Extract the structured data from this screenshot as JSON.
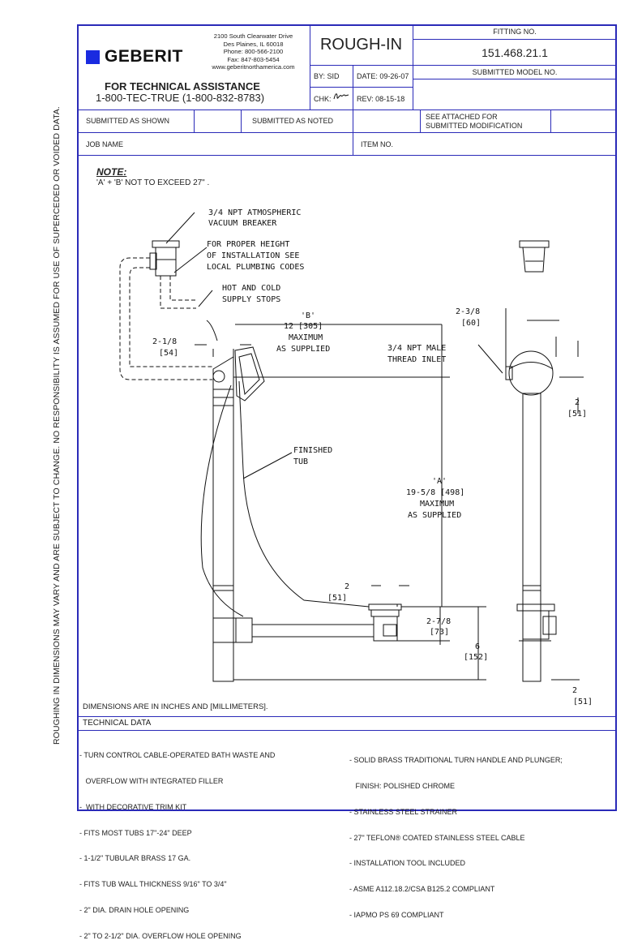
{
  "side_note": "ROUGHING IN DIMENSIONS MAY VARY AND ARE SUBJECT TO CHANGE.  NO RESPONSIBILITY  IS ASSUMED FOR USE OF SUPERCEDED OR VOIDED DATA.",
  "header": {
    "brand": "GEBERIT",
    "address": [
      "2100 South Clearwater Drive",
      "Des Plaines, IL 60018",
      "Phone: 800-566-2100",
      "Fax: 847-803-5454",
      "www.geberitnorthamerica.com"
    ],
    "tech_assist_title": "FOR TECHNICAL ASSISTANCE",
    "tech_assist_phone": "1-800-TEC-TRUE (1-800-832-8783)",
    "doc_type": "ROUGH-IN",
    "by": "BY:  SID",
    "date": "DATE: 09-26-07",
    "chk_label": "CHK:",
    "rev": "REV:  08-15-18",
    "fitting_no_label": "FITTING NO.",
    "fitting_no": "151.468.21.1",
    "submitted_model_label": "SUBMITTED MODEL NO.",
    "submitted_as_shown": "SUBMITTED AS SHOWN",
    "submitted_as_noted": "SUBMITTED AS NOTED",
    "see_attached": "SEE ATTACHED FOR",
    "submitted_modification": "SUBMITTED MODIFICATION",
    "job_name": "JOB NAME",
    "item_no": "ITEM NO."
  },
  "note": {
    "title": "NOTE:",
    "text": "'A' + 'B' NOT TO EXCEED 27\" ."
  },
  "drawing": {
    "callouts": {
      "vacuum1": "3/4 NPT ATMOSPHERIC",
      "vacuum2": "VACUUM BREAKER",
      "height1": "FOR PROPER HEIGHT",
      "height2": "OF INSTALLATION SEE",
      "height3": "LOCAL PLUMBING CODES",
      "supply1": "HOT AND COLD",
      "supply2": "SUPPLY STOPS",
      "b_label": "'B'",
      "b_dim": "12 [305]",
      "b_max": "MAXIMUM",
      "b_sup": "AS SUPPLIED",
      "d218": "2-1/8",
      "d218mm": "[54]",
      "npt1": "3/4 NPT MALE",
      "npt2": "THREAD INLET",
      "d238": "2-3/8",
      "d238mm": "[60]",
      "d2a": "2",
      "d2amm": "[51]",
      "tub1": "FINISHED",
      "tub2": "TUB",
      "a_label": "'A'",
      "a_dim": "19-5/8 [498]",
      "a_max": "MAXIMUM",
      "a_sup": "AS SUPPLIED",
      "d2b": "2",
      "d2bmm": "[51]",
      "d278": "2-7/8",
      "d278mm": "[73]",
      "d6": "6",
      "d6mm": "[152]",
      "d2c": "2",
      "d2cmm": "[51]"
    },
    "units_note": "DIMENSIONS ARE IN INCHES AND [MILLIMETERS]."
  },
  "technical": {
    "title": "TECHNICAL DATA",
    "left": [
      "- TURN CONTROL CABLE-OPERATED BATH WASTE AND",
      "   OVERFLOW WITH INTEGRATED FILLER",
      "-  WITH DECORATIVE TRIM KIT",
      "- FITS MOST TUBS 17\"-24\" DEEP",
      "- 1-1/2\" TUBULAR BRASS 17 GA.",
      "- FITS TUB WALL THICKNESS 9/16\" TO 3/4\"",
      "- 2\" DIA. DRAIN HOLE OPENING",
      "- 2\" TO 2-1/2\" DIA. OVERFLOW HOLE OPENING"
    ],
    "right": [
      "- SOLID BRASS TRADITIONAL TURN HANDLE AND PLUNGER;",
      "   FINISH: POLISHED CHROME",
      "- STAINLESS STEEL STRAINER",
      "- 27\" TEFLON® COATED STAINLESS STEEL CABLE",
      "- INSTALLATION TOOL INCLUDED",
      "- ASME A112.18.2/CSA B125.2 COMPLIANT",
      "- IAPMO PS 69 COMPLIANT"
    ]
  },
  "colors": {
    "border": "#2a2ab8",
    "logo": "#1a2be0"
  }
}
